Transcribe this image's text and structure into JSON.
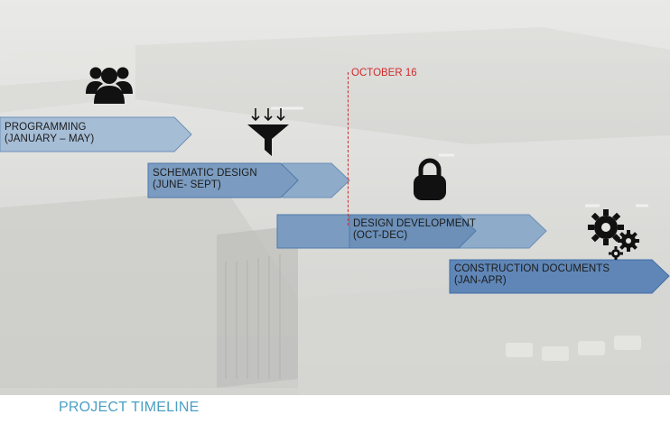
{
  "colors": {
    "bar_fill": "#6c90b8",
    "bar_fill_light": "#a6bdd6",
    "bar_fill_dark": "#3f6ea6",
    "milestone": "#cf2b2b",
    "footer_title": "#4a9fc3",
    "icon": "#111111"
  },
  "phases": [
    {
      "line1": "PROGRAMMING",
      "line2": "(JANUARY – MAY)"
    },
    {
      "line1": "SCHEMATIC DESIGN",
      "line2": "(JUNE- SEPT)"
    },
    {
      "line1": "DESIGN DEVELOPMENT",
      "line2": "(OCT-DEC)"
    },
    {
      "line1": "CONSTRUCTION DOCUMENTS",
      "line2": "(JAN-APR)"
    }
  ],
  "milestone": {
    "label": "OCTOBER 16"
  },
  "icons": [
    "users-icon",
    "funnel-icon",
    "lock-icon",
    "gears-icon"
  ],
  "footer": {
    "title": "PROJECT TIMELINE"
  }
}
